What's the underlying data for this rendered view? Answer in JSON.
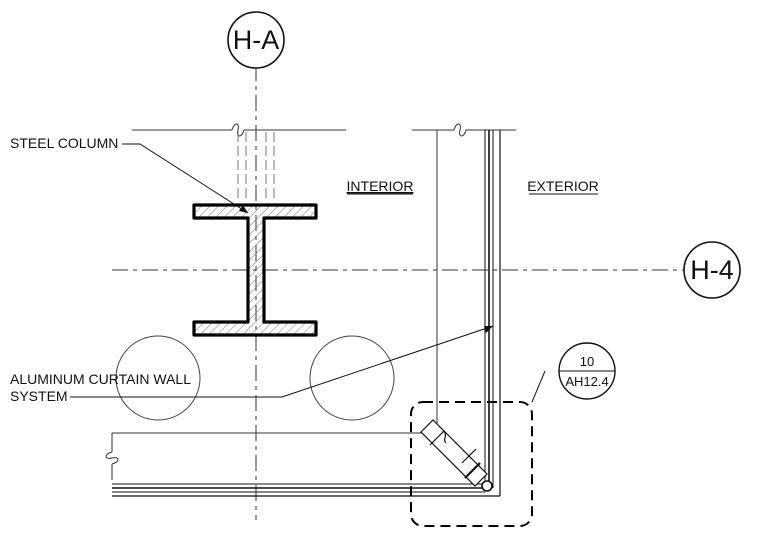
{
  "grid_lines": {
    "vertical": "H-A",
    "horizontal": "H-4"
  },
  "labels": {
    "interior": "INTERIOR",
    "exterior": "EXTERIOR",
    "steel_column": "STEEL COLUMN",
    "curtain_wall_line1": "ALUMINUM CURTAIN WALL",
    "curtain_wall_line2": "SYSTEM"
  },
  "detail_callout": {
    "number": "10",
    "sheet": "AH12.4"
  }
}
